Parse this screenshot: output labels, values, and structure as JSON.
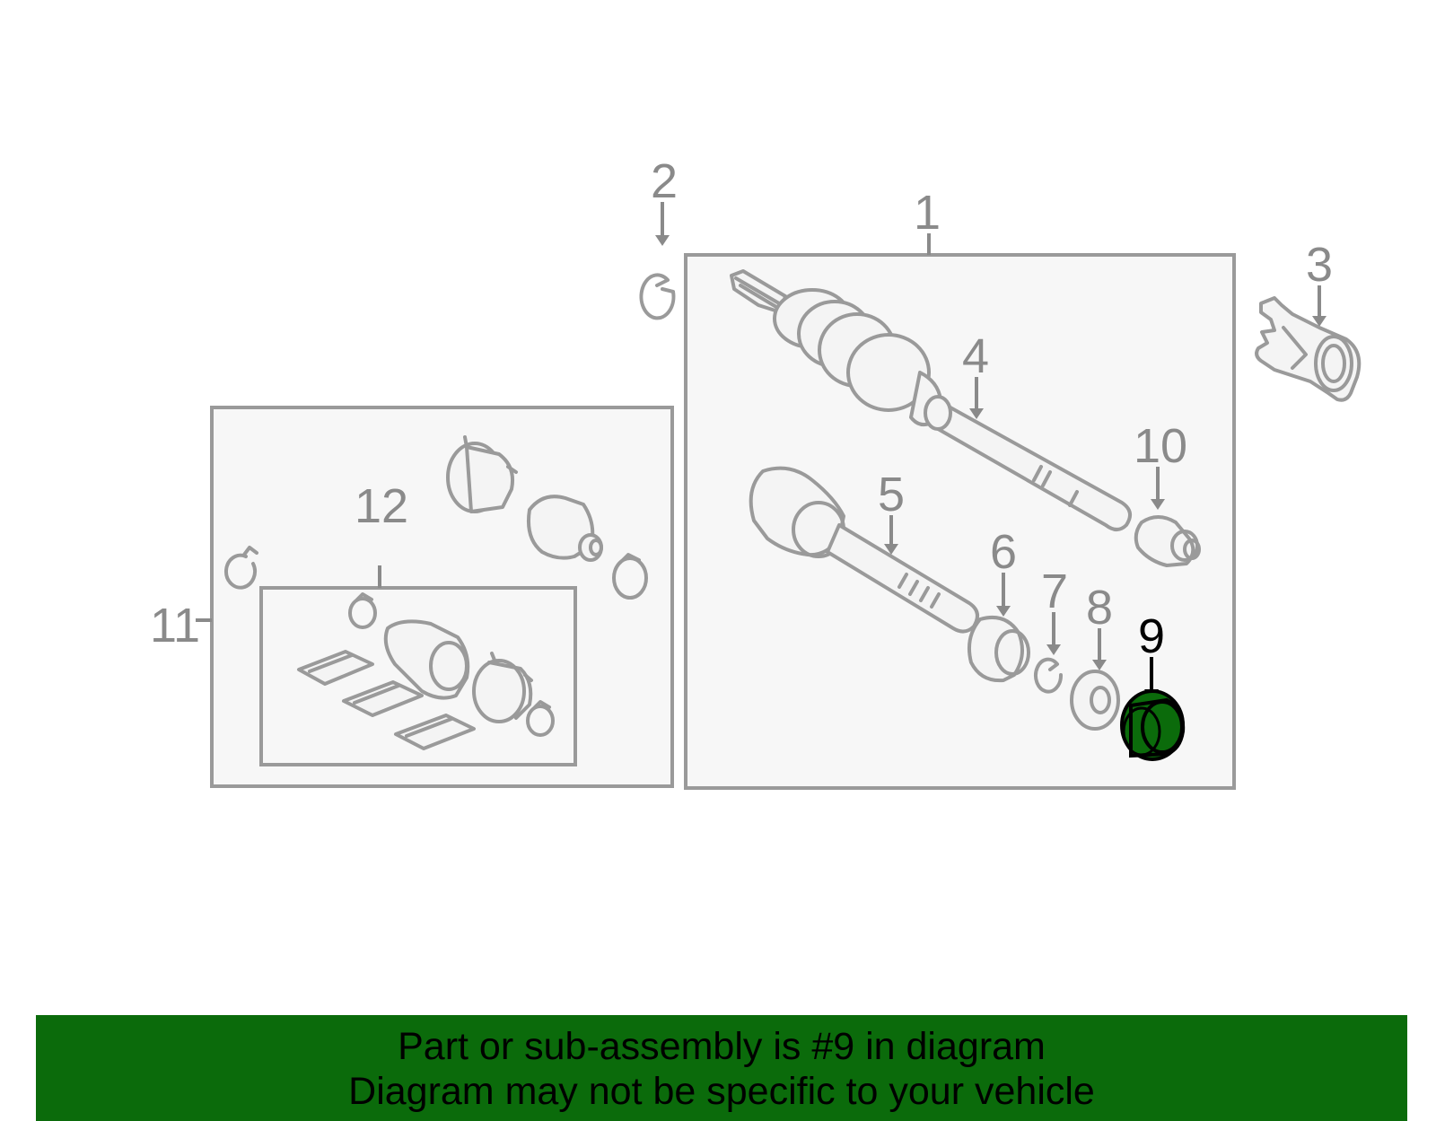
{
  "diagram": {
    "highlight_color": "#0b6b0b",
    "callouts": {
      "c1": "1",
      "c2": "2",
      "c3": "3",
      "c4": "4",
      "c5": "5",
      "c6": "6",
      "c7": "7",
      "c8": "8",
      "c9": "9",
      "c10": "10",
      "c11": "11",
      "c12": "12"
    },
    "highlighted_part": "9"
  },
  "banner": {
    "line1": "Part or sub-assembly is #9 in diagram",
    "line2": "Diagram may not be specific to your vehicle",
    "background": "#0b6b0b"
  }
}
